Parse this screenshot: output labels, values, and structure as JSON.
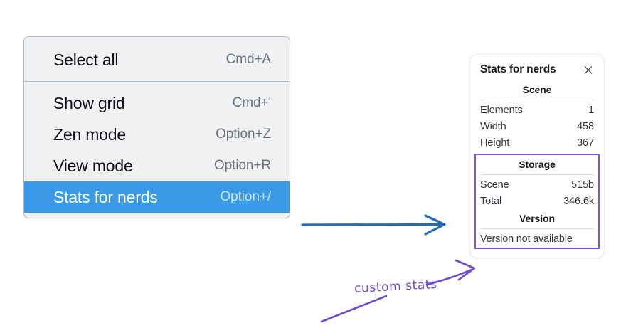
{
  "menu": {
    "sections": [
      {
        "items": [
          {
            "label": "Select all",
            "shortcut": "Cmd+A",
            "selected": false
          }
        ]
      },
      {
        "items": [
          {
            "label": "Show grid",
            "shortcut": "Cmd+'",
            "selected": false
          },
          {
            "label": "Zen mode",
            "shortcut": "Option+Z",
            "selected": false
          },
          {
            "label": "View mode",
            "shortcut": "Option+R",
            "selected": false
          },
          {
            "label": "Stats for nerds",
            "shortcut": "Option+/",
            "selected": true
          }
        ]
      }
    ]
  },
  "stats_panel": {
    "title": "Stats for nerds",
    "close_icon": "close-icon",
    "sections": [
      {
        "name": "scene",
        "title": "Scene",
        "rows": [
          {
            "key": "Elements",
            "value": "1"
          },
          {
            "key": "Width",
            "value": "458"
          },
          {
            "key": "Height",
            "value": "367"
          }
        ]
      },
      {
        "name": "storage",
        "title": "Storage",
        "rows": [
          {
            "key": "Scene",
            "value": "515b"
          },
          {
            "key": "Total",
            "value": "346.6k"
          }
        ]
      },
      {
        "name": "version",
        "title": "Version",
        "note": "Version not available"
      }
    ]
  },
  "annotations": {
    "custom_stats_label": "custom stats",
    "blue_arrow_color": "#1f6eb5",
    "purple_color": "#6f4ad0",
    "highlight_box_color": "#7c54dd"
  }
}
